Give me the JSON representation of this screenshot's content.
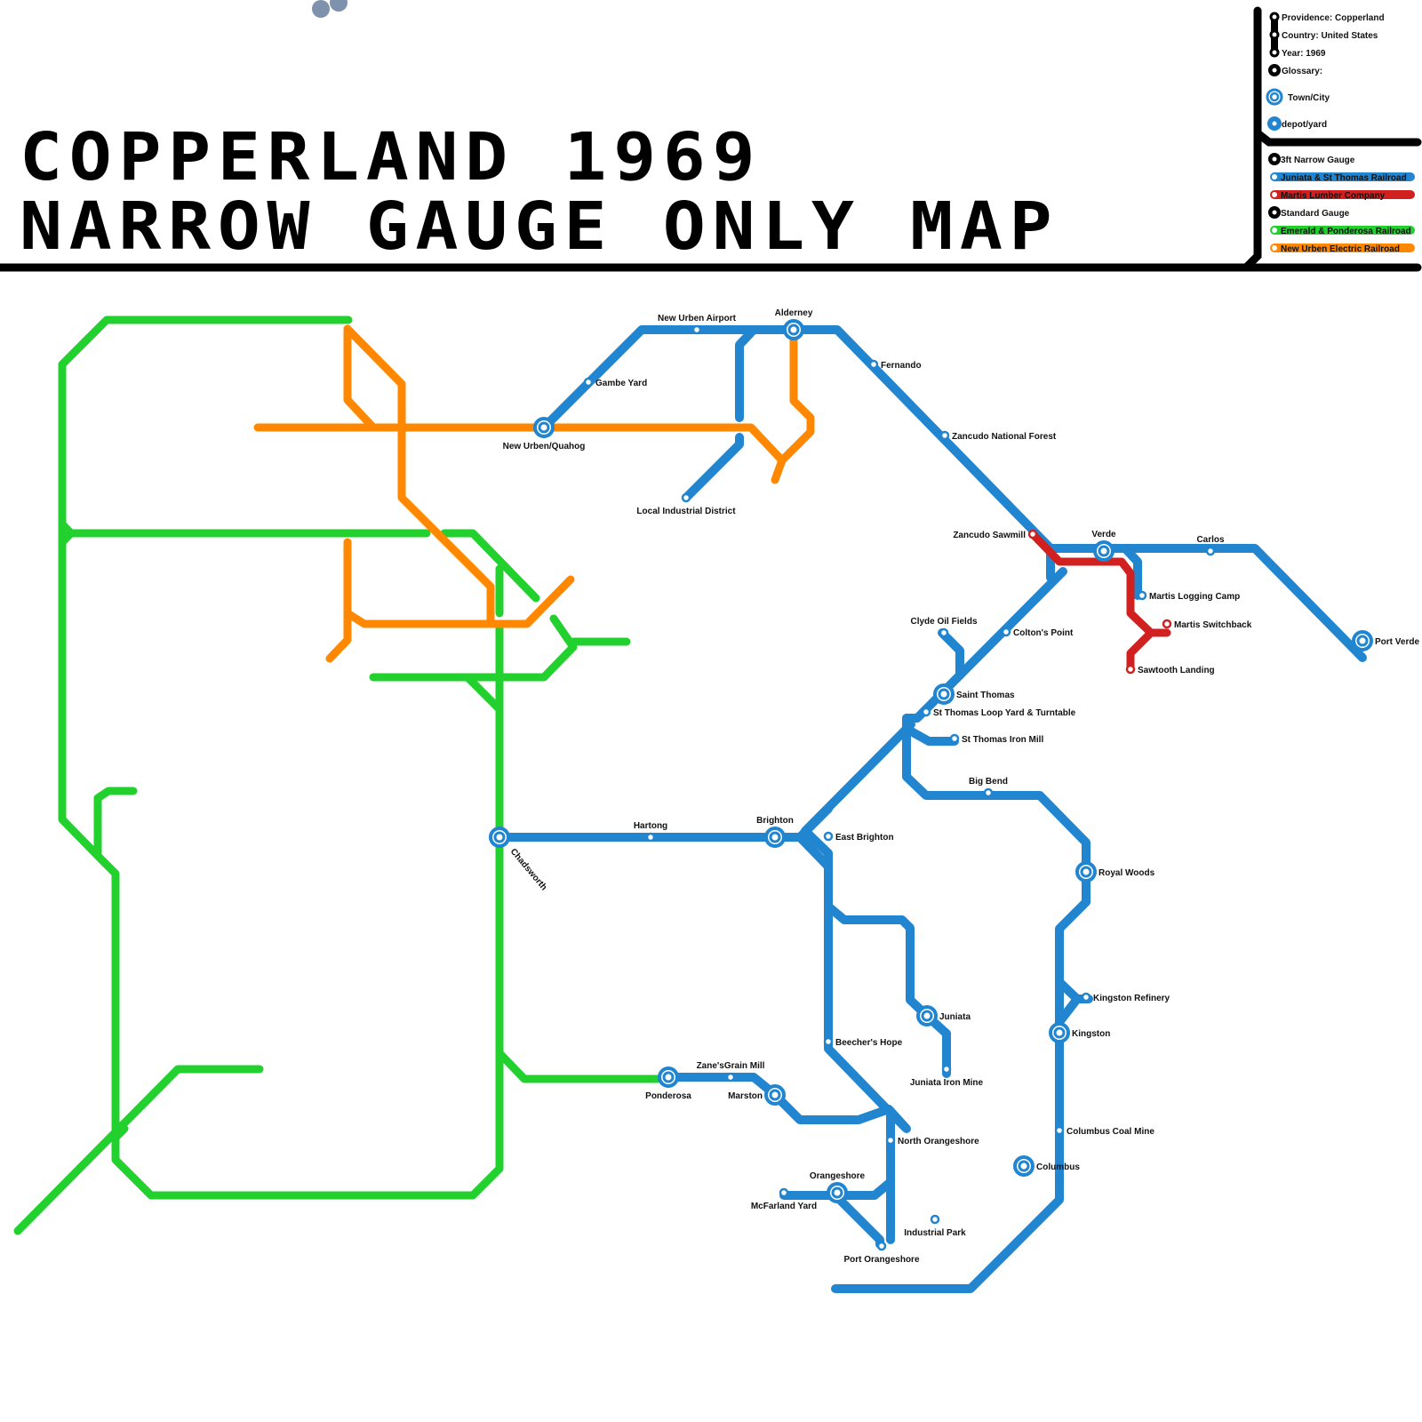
{
  "title": {
    "line1": "COPPERLAND 1969",
    "line2": "NARROW GAUGE ONLY MAP"
  },
  "colors": {
    "juniata_st_thomas": "#2185d0",
    "martis_lumber": "#d02020",
    "emerald_ponderosa": "#22d02e",
    "new_urben_electric": "#ff8800",
    "frame": "#000000",
    "decor_dots": "#7f92ad"
  },
  "legend": {
    "info": [
      {
        "label": "Providence: Copperland"
      },
      {
        "label": "Country: United States"
      },
      {
        "label": "Year: 1969"
      }
    ],
    "glossary_label": "Glossary:",
    "symbols": [
      {
        "label": "Town/City",
        "icon": "town-city-icon"
      },
      {
        "label": "depot/yard",
        "icon": "depot-yard-icon"
      }
    ],
    "groups": [
      {
        "label": "3ft Narrow Gauge",
        "lines": [
          {
            "label": "Juniata & St Thomas Railroad",
            "color": "#2185d0"
          },
          {
            "label": "Martis Lumber Company",
            "color": "#d02020"
          }
        ]
      },
      {
        "label": "Standard Gauge",
        "lines": [
          {
            "label": "Emerald & Ponderosa Railroad",
            "color": "#22d02e"
          },
          {
            "label": "New Urben Electric Railroad",
            "color": "#ff8800"
          }
        ]
      }
    ]
  },
  "stations": [
    {
      "name": "New Urben Airport",
      "type": "depot"
    },
    {
      "name": "Alderney",
      "type": "town"
    },
    {
      "name": "Fernando",
      "type": "depot"
    },
    {
      "name": "Gambe Yard",
      "type": "depot"
    },
    {
      "name": "New Urben/Quahog",
      "type": "town"
    },
    {
      "name": "Zancudo National Forest",
      "type": "depot"
    },
    {
      "name": "Local Industrial District",
      "type": "depot"
    },
    {
      "name": "Zancudo Sawmill",
      "type": "depot"
    },
    {
      "name": "Verde",
      "type": "town"
    },
    {
      "name": "Carlos",
      "type": "depot"
    },
    {
      "name": "Martis Logging Camp",
      "type": "depot"
    },
    {
      "name": "Martis Switchback",
      "type": "depot"
    },
    {
      "name": "Sawtooth Landing",
      "type": "depot"
    },
    {
      "name": "Port Verde",
      "type": "town"
    },
    {
      "name": "Clyde Oil Fields",
      "type": "depot"
    },
    {
      "name": "Colton's Point",
      "type": "depot"
    },
    {
      "name": "Saint Thomas",
      "type": "town"
    },
    {
      "name": "St Thomas Loop Yard & Turntable",
      "type": "depot"
    },
    {
      "name": "St Thomas Iron Mill",
      "type": "depot"
    },
    {
      "name": "Big Bend",
      "type": "depot"
    },
    {
      "name": "Hartong",
      "type": "depot"
    },
    {
      "name": "Brighton",
      "type": "town"
    },
    {
      "name": "East Brighton",
      "type": "depot"
    },
    {
      "name": "Chadsworth",
      "type": "town"
    },
    {
      "name": "Royal Woods",
      "type": "town"
    },
    {
      "name": "Kingston Refinery",
      "type": "depot"
    },
    {
      "name": "Kingston",
      "type": "town"
    },
    {
      "name": "Juniata",
      "type": "town"
    },
    {
      "name": "Beecher's Hope",
      "type": "depot"
    },
    {
      "name": "Juniata Iron Mine",
      "type": "depot"
    },
    {
      "name": "Zane'sGrain Mill",
      "type": "depot"
    },
    {
      "name": "Ponderosa",
      "type": "town"
    },
    {
      "name": "Marston",
      "type": "town"
    },
    {
      "name": "North Orangeshore",
      "type": "depot"
    },
    {
      "name": "Columbus Coal Mine",
      "type": "depot"
    },
    {
      "name": "Columbus",
      "type": "town"
    },
    {
      "name": "Orangeshore",
      "type": "town"
    },
    {
      "name": "McFarland Yard",
      "type": "depot"
    },
    {
      "name": "Industrial Park",
      "type": "depot"
    },
    {
      "name": "Port Orangeshore",
      "type": "depot"
    }
  ]
}
